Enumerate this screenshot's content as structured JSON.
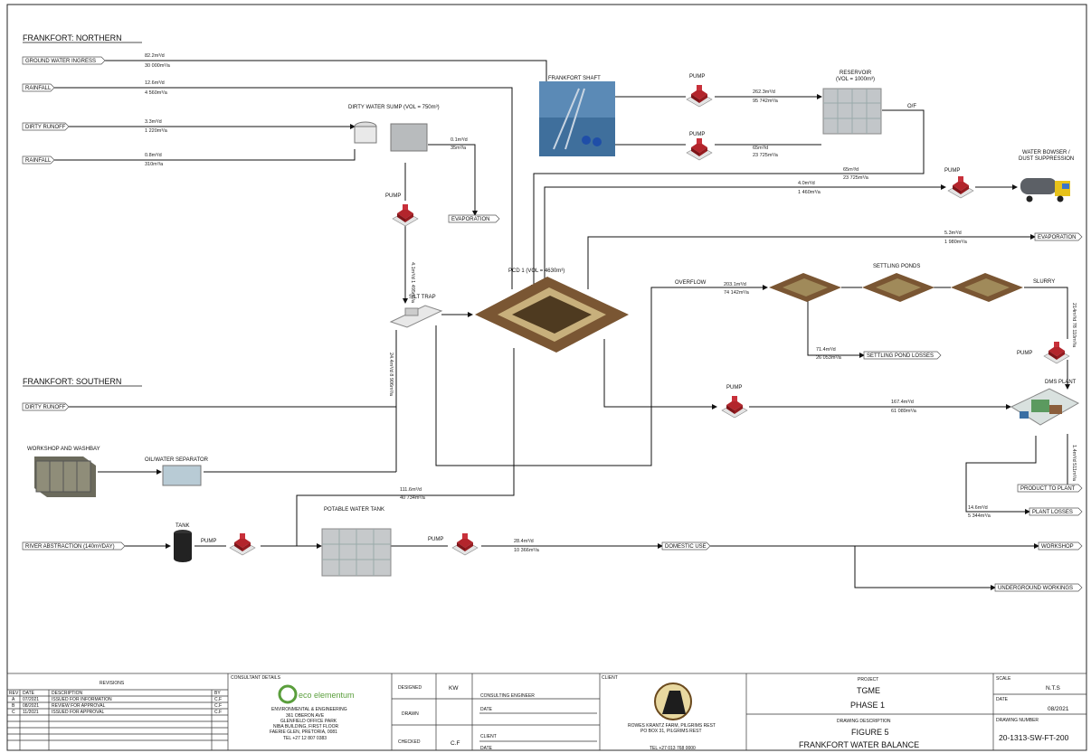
{
  "sections": {
    "northern": "FRANKFORT: NORTHERN",
    "southern": "FRANKFORT: SOUTHERN"
  },
  "sources": {
    "ground_water": "GROUND WATER INGRESS",
    "rainfall_1": "RAINFALL",
    "dirty_runoff_1": "DIRTY RUNOFF",
    "rainfall_2": "RAINFALL",
    "dirty_runoff_2": "DIRTY RUNOFF",
    "river": "RIVER ABSTRACTION (140m³/DAY)"
  },
  "units": {
    "shaft": "FRANKFORT SHAFT",
    "reservoir_1": "RESERVOIR",
    "reservoir_2": "(VOL = 1000m³)",
    "of": "O/F",
    "sump": "DIRTY WATER SUMP (VOL = 750m³)",
    "bowser_1": "WATER BOWSER /",
    "bowser_2": "DUST SUPPRESSION",
    "pcd": "PCD 1 (VOL = 4630m³)",
    "silt_trap": "SILT TRAP",
    "settling": "SETTLING PONDS",
    "slurry": "SLURRY",
    "dms": "DMS PLANT",
    "workshop_wb": "WORKSHOP AND WASHBAY",
    "separator": "OIL/WATER SEPARATOR",
    "tank": "TANK",
    "potable": "POTABLE WATER TANK",
    "overflow": "OVERFLOW"
  },
  "sinks": {
    "evaporation_1": "EVAPORATION",
    "evaporation_2": "EVAPORATION",
    "settling_losses": "SETTLING POND LOSSES",
    "product": "PRODUCT TO PLANT",
    "plant_losses": "PLANT LOSSES",
    "domestic": "DOMESTIC USE",
    "workshop": "WORKSHOP",
    "underground": "UNDERGROUND WORKINGS"
  },
  "pump_label": "PUMP",
  "flows": {
    "gw_a": "82.2m³/d",
    "gw_b": "30 000m³/a",
    "rf1_a": "12.6m³/d",
    "rf1_b": "4 560m³/a",
    "dr_a": "3.3m³/d",
    "dr_b": "1 220m³/a",
    "rf2_a": "0.8m³/d",
    "rf2_b": "310m³/a",
    "sump_evap_a": "0.1m³/d",
    "sump_evap_b": "35m³/a",
    "res_in_a": "262.3m³/d",
    "res_in_b": "95 742m³/a",
    "res_out_a": "65m³/d",
    "res_out_b": "23 725m³/a",
    "of_a": "65m³/d",
    "of_b": "23 725m³/a",
    "bowser_a": "4.0m³/d",
    "bowser_b": "1 460m³/a",
    "pcd_evap_a": "5.3m³/d",
    "pcd_evap_b": "1 980m³/a",
    "overflow_a": "203.1m³/d",
    "overflow_b": "74 142m³/a",
    "pond_loss_a": "71.4m³/d",
    "pond_loss_b": "26 053m³/a",
    "dms_a": "167.4m³/d",
    "dms_b": "61 089m³/a",
    "plant_loss_a": "14.6m³/d",
    "plant_loss_b": "5 344m³/a",
    "potable_a": "111.6m³/d",
    "potable_b": "40 734m³/a",
    "domestic_a": "28.4m³/d",
    "domestic_b": "10 366m³/a",
    "v_sump": "4.1m³/d 1 495m³/a",
    "v_silt": "24.4m³/d 8 906m³/a",
    "v_slurry": "214m³/d 78 110m³/a",
    "v_dms": "1.4m³/d 511m³/a"
  },
  "revisions": {
    "title": "REVISIONS",
    "headers": [
      "REV",
      "DATE",
      "DESCRIPTION",
      "BY"
    ],
    "rows": [
      [
        "A",
        "07/2021",
        "ISSUED FOR INFORMATION",
        "C.F"
      ],
      [
        "B",
        "08/2021",
        "REVIEW FOR APPROVAL",
        "C.F"
      ],
      [
        "C",
        "11/2021",
        "ISSUED FOR APPROVAL",
        "C.F"
      ]
    ]
  },
  "consultant": {
    "header": "CONSULTANT DETAILS",
    "logo": "eco elementum",
    "sub": "ENVIRONMENTAL & ENGINEERING",
    "addr1": "361 OBERON AVE",
    "addr2": "GLENFIELD OFFICE PARK",
    "addr3": "NIBA BUILDING, FIRST FLOOR",
    "addr4": "FAERIE GLEN, PRETORIA, 0081",
    "tel": "TEL +27 12 807 0383"
  },
  "signoff": {
    "designed": "DESIGNED",
    "designed_by": "KW",
    "drawn": "DRAWN",
    "checked": "CHECKED",
    "checked_by": "C.F",
    "consulting": "CONSULTING ENGINEER",
    "date": "DATE",
    "client_lbl": "CLIENT",
    "date2": "DATE"
  },
  "client": {
    "header": "CLIENT",
    "name": "ROWES KRANTZ FARM, PILGRIMS REST",
    "po": "PO BOX 31, PILGRIMS REST",
    "tel": "TEL +27 013 768 0000"
  },
  "project": {
    "project_lbl": "PROJECT",
    "project": "TGME",
    "phase": "PHASE 1",
    "desc_lbl": "DRAWING DESCRIPTION",
    "figure": "FIGURE 5",
    "title": "FRANKFORT WATER BALANCE",
    "scale_lbl": "SCALE",
    "scale": "N.T.S",
    "date_lbl": "DATE",
    "date": "08/2021",
    "number_lbl": "DRAWING NUMBER",
    "number": "20-1313-SW-FT-200"
  },
  "colors": {
    "pump": "#b3252c",
    "pond": "#6b4a2e",
    "line": "#111111",
    "tank": "#bfc3c6"
  }
}
